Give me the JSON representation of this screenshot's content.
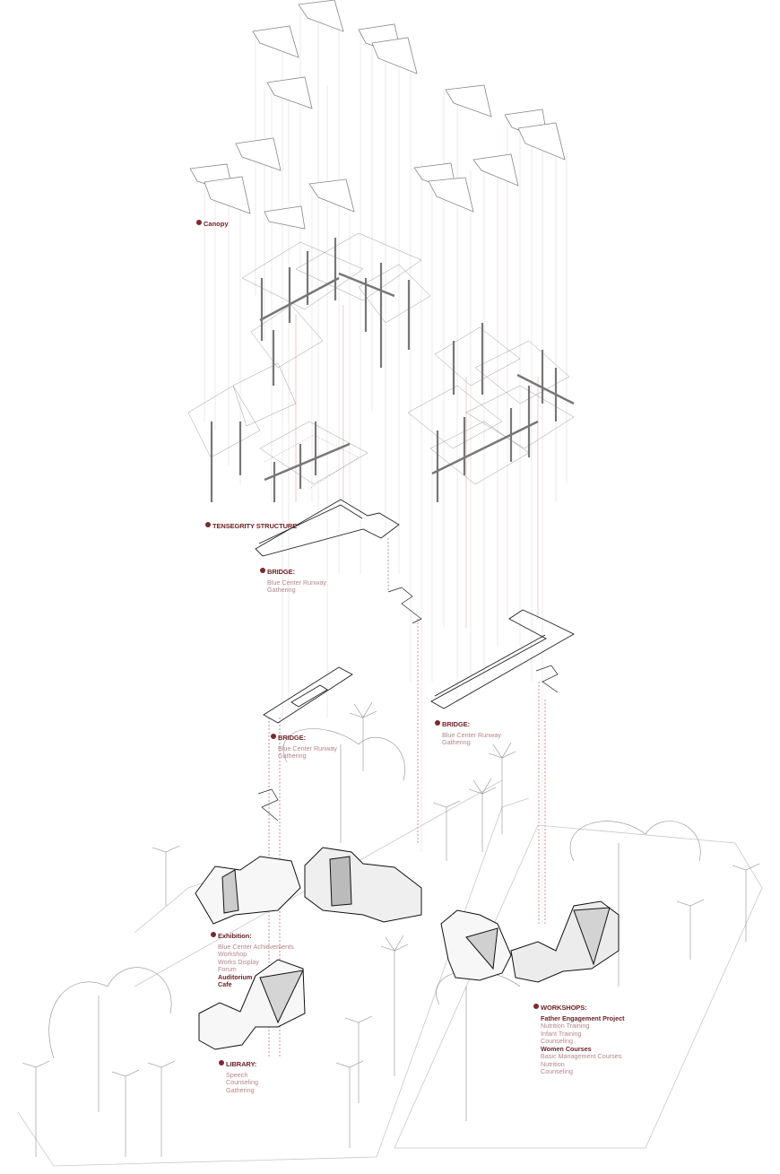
{
  "diagram": {
    "type": "exploded-axonometric",
    "accent_color": "#7a2a2e",
    "secondary_text_color": "#b3868b",
    "line_color": "#444444",
    "projection_line_color": "#e3d0d2"
  },
  "layers": {
    "canopy": {
      "title": "Canopy"
    },
    "tensegrity": {
      "title": "TENSEGRITY STRUCTURE"
    },
    "bridge_upper_left": {
      "title": "BRIDGE:",
      "items": [
        "Blue Center Runway",
        "Gathering"
      ]
    },
    "bridge_lower_left": {
      "title": "BRIDGE:",
      "items": [
        "Blue Center Runway",
        "Gathering"
      ]
    },
    "bridge_right": {
      "title": "BRIDGE:",
      "items": [
        "Blue Center Runway",
        "Gathering"
      ]
    },
    "exhibition": {
      "title": "Exhibition:",
      "items": [
        "Blue Center Achievements",
        "Workshop",
        "Works Display",
        "Forum"
      ],
      "strong_items": [
        "Auditorium",
        "Cafe"
      ]
    },
    "library": {
      "title": "LIBRARY:",
      "items": [
        "Speech",
        "Counseling",
        "Gathering"
      ]
    },
    "workshops": {
      "title": "WORKSHOPS:",
      "group1_title": "Father Engagement Project",
      "group1_items": [
        "Nutrition Training",
        "Infant Training",
        "Counseling"
      ],
      "group2_title": "Women Courses",
      "group2_items": [
        "Basic Management Courses",
        "Nutrition",
        "Counseling"
      ]
    }
  }
}
